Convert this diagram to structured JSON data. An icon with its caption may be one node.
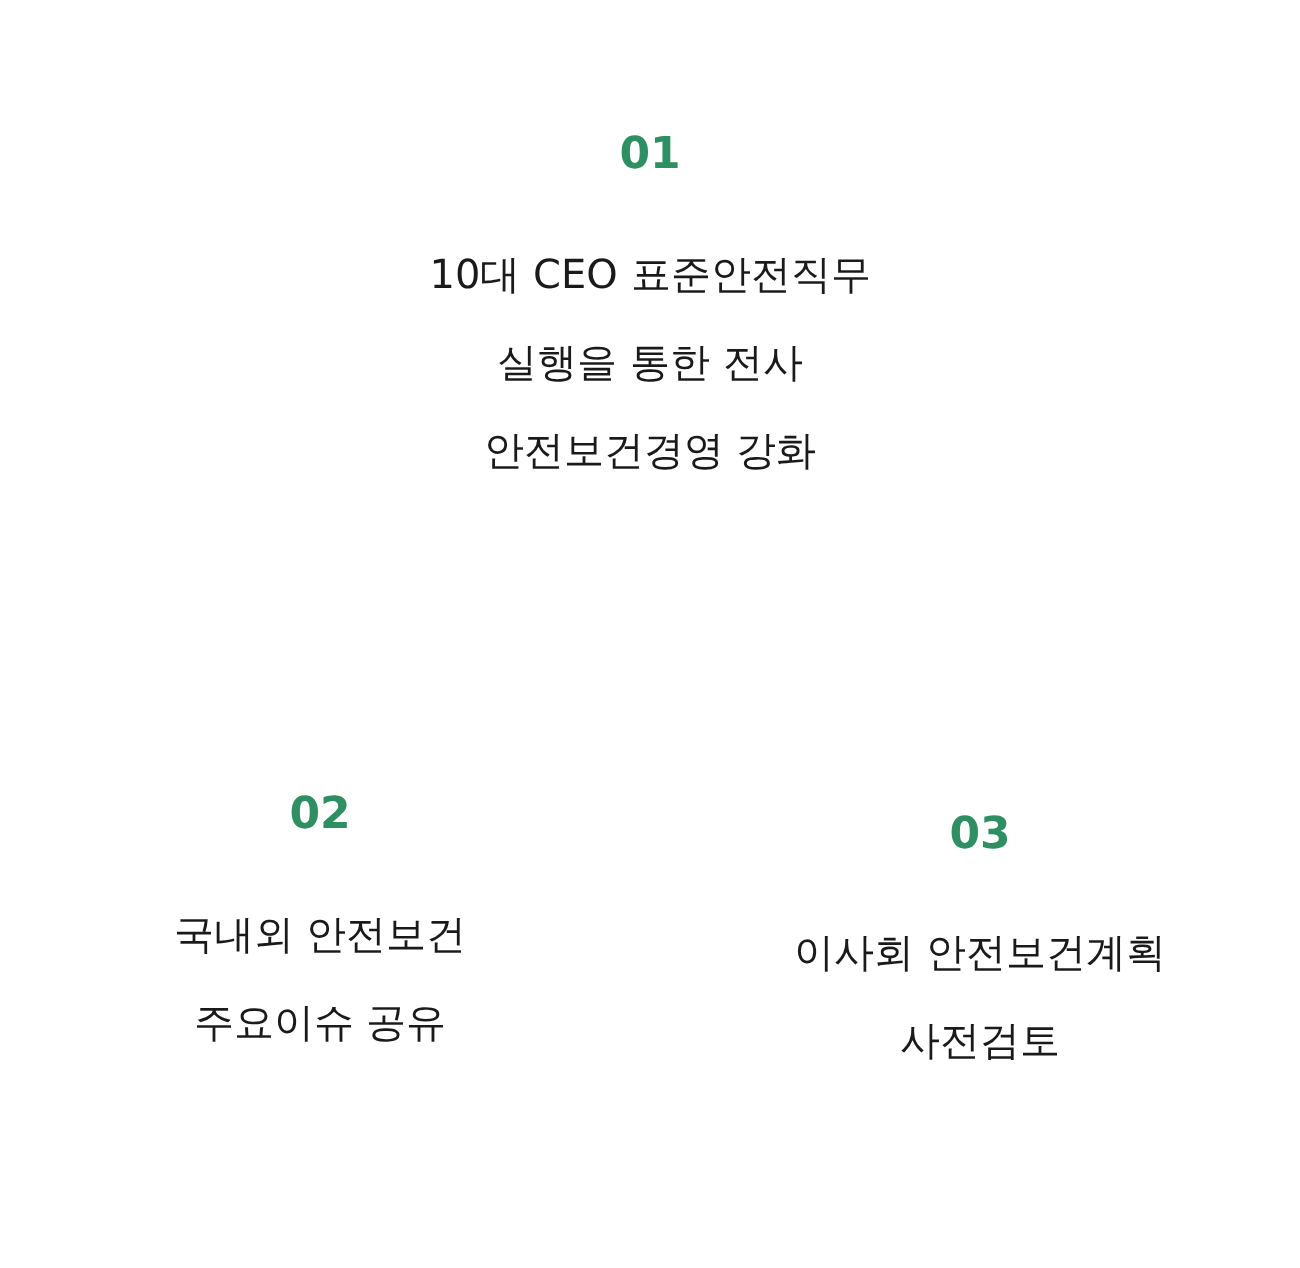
{
  "diagram": {
    "labels": [
      "01",
      "10대 CEO 표준안전직무 실행을 통한 전사 안전보건경영 강화",
      "02",
      "국내외 안전보건 주요이슈 공유",
      "03",
      "이사회 안전보건계획 사전검토"
    ]
  }
}
